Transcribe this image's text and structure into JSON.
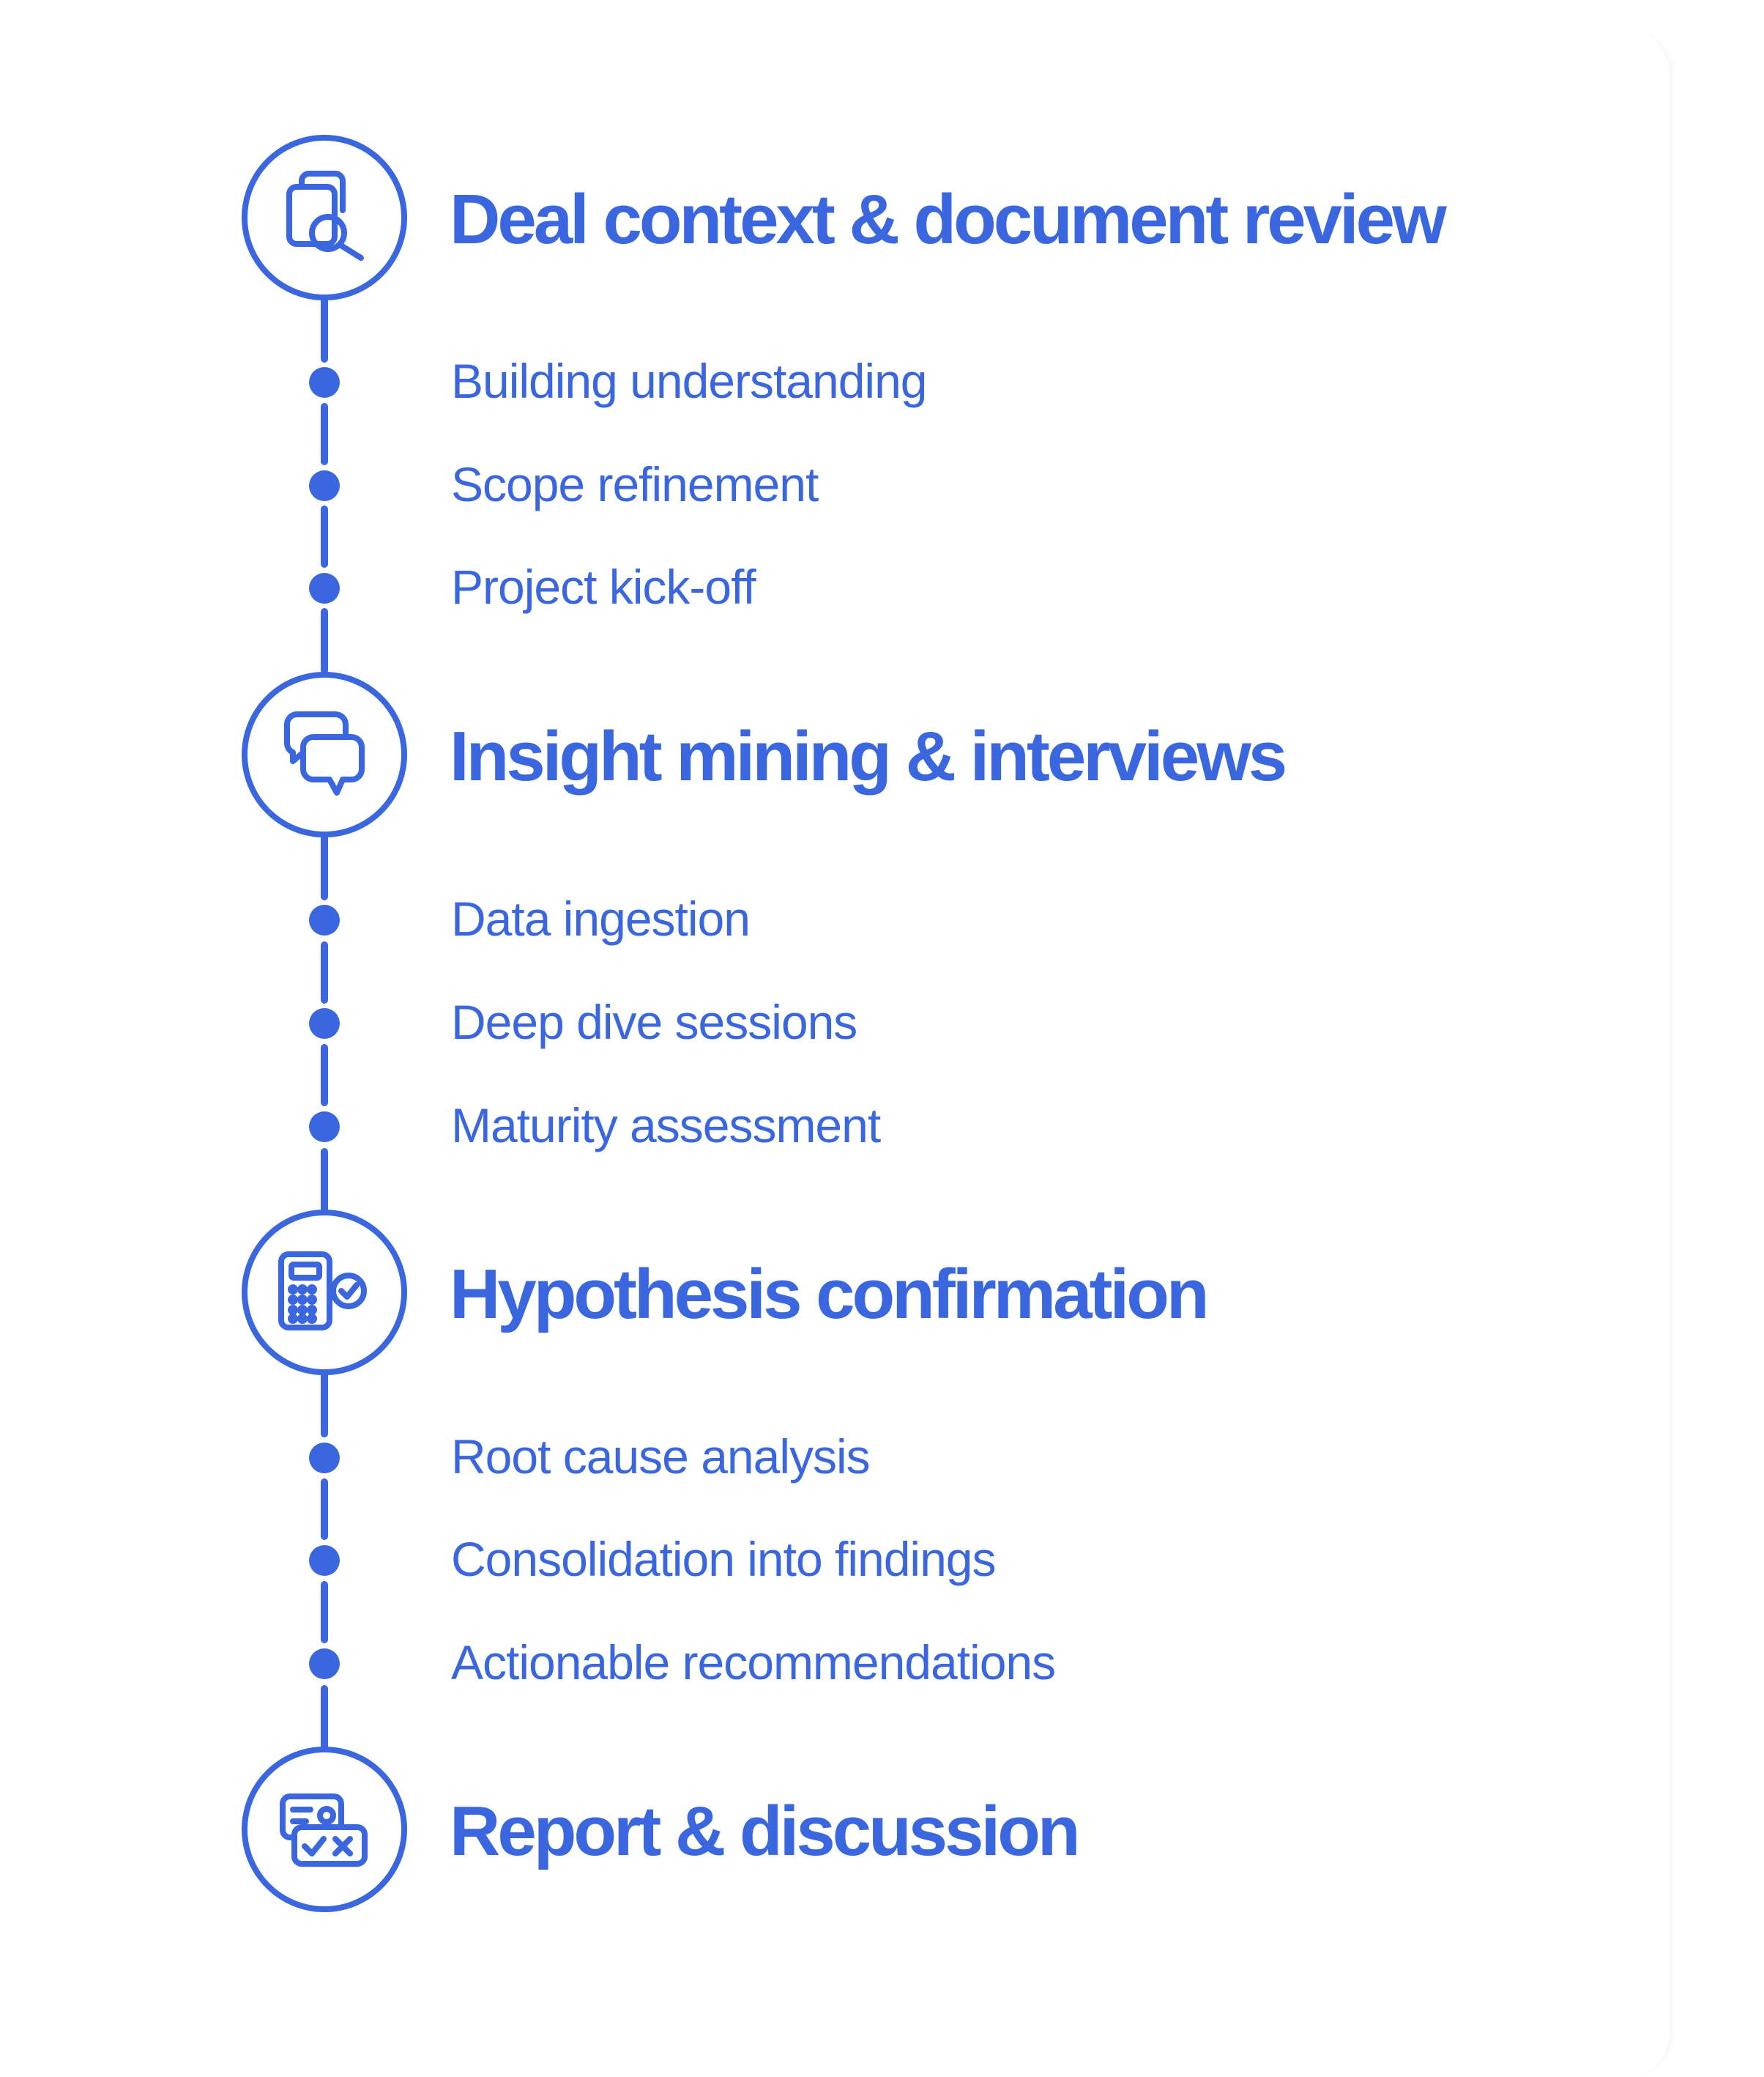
{
  "accent_color": "#3a67e0",
  "stages": [
    {
      "title": "Deal context & document review",
      "icon": "document-search-icon",
      "steps": [
        "Building understanding",
        "Scope refinement",
        "Project kick-off"
      ]
    },
    {
      "title": "Insight mining & interviews",
      "icon": "chat-bubbles-icon",
      "steps": [
        "Data ingestion",
        "Deep dive sessions",
        "Maturity assessment"
      ]
    },
    {
      "title": "Hypothesis confirmation",
      "icon": "calculator-check-icon",
      "steps": [
        "Root cause analysis",
        "Consolidation into findings",
        "Actionable recommendations"
      ]
    },
    {
      "title": "Report & discussion",
      "icon": "report-checklist-icon",
      "steps": []
    }
  ]
}
